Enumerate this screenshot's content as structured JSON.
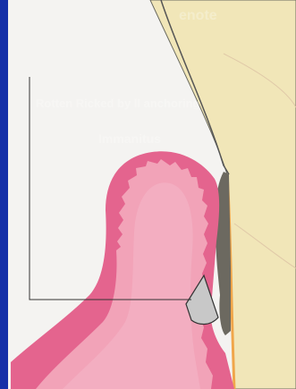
{
  "faint_labels": {
    "top": "enote",
    "middle": "Rotten Ricked by ll anchoring",
    "lower": "Immanitus"
  },
  "colors": {
    "frame": "#1530a8",
    "panel": "#f4f3f1",
    "tooth": "#f1e6b8",
    "gingiva_outer": "#e4648e",
    "gingiva_inner": "#f2a3b8",
    "calculus": "#6c6960",
    "wedge": "#c8c8c8",
    "enamel_edge": "#f0a64a"
  }
}
